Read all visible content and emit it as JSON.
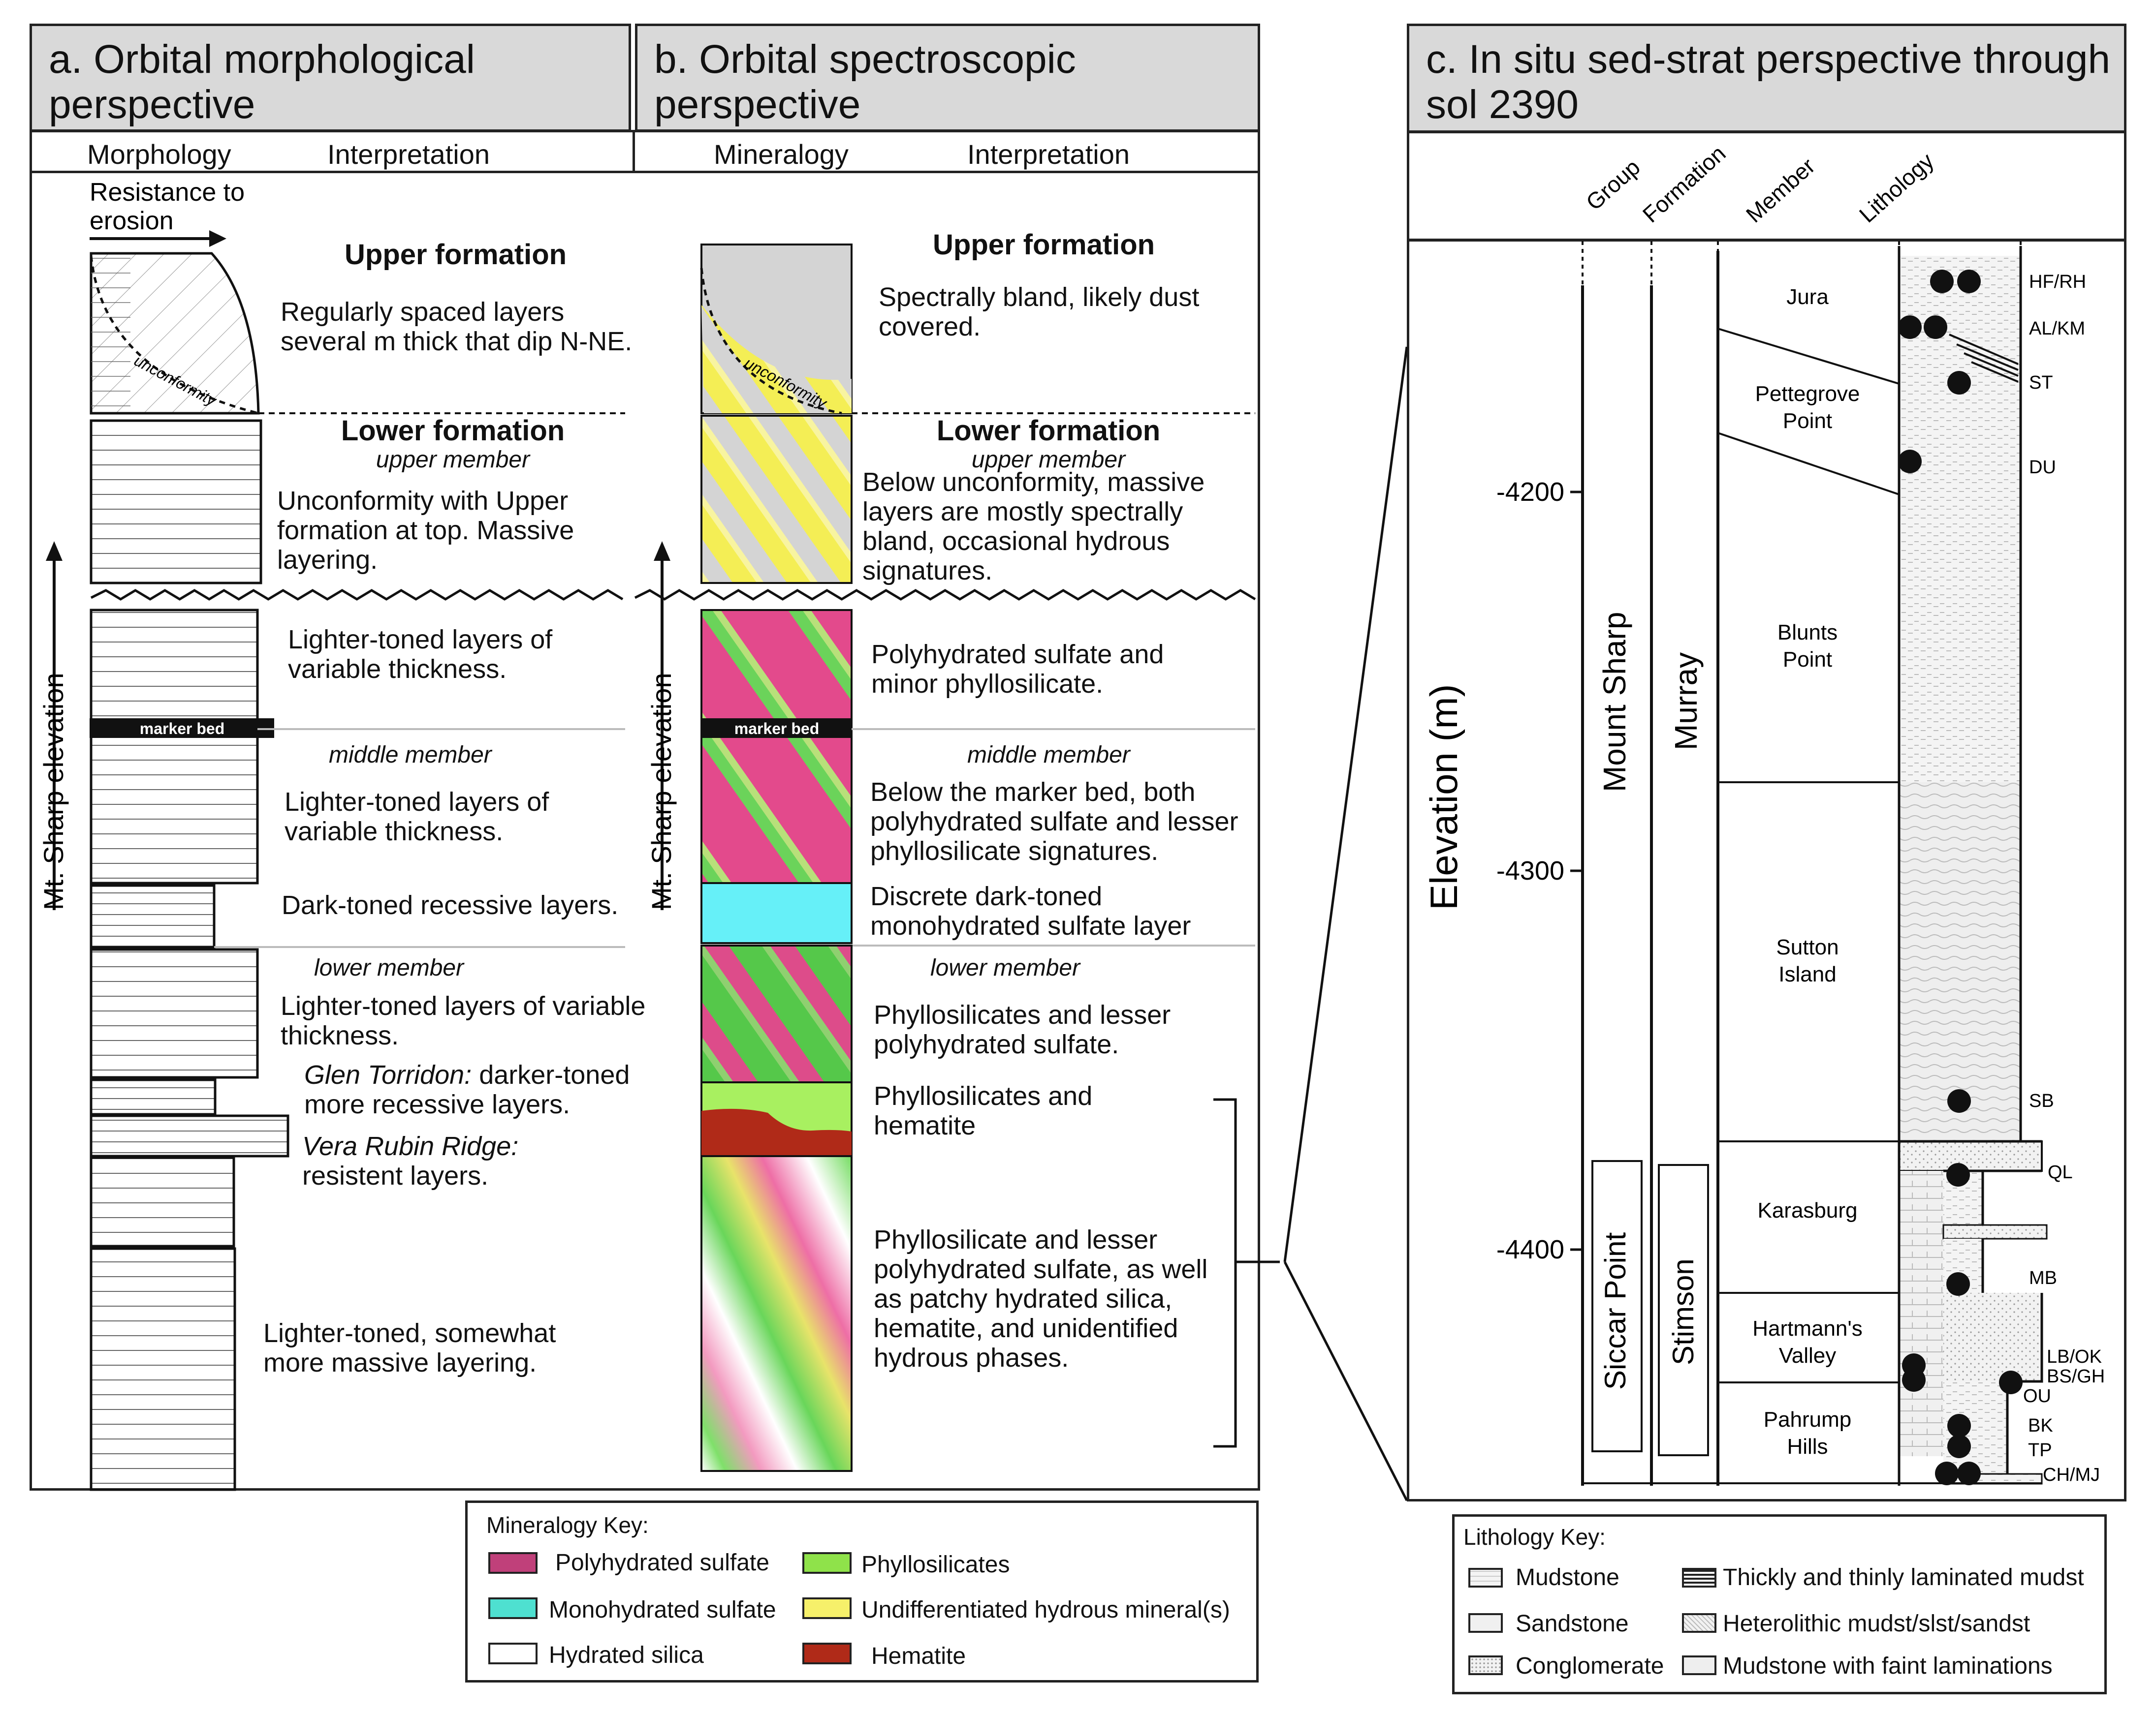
{
  "panel_a": {
    "title": "a. Orbital morphological perspective",
    "col1": "Morphology",
    "col2": "Interpretation",
    "resistance": "Resistance to erosion",
    "axis": "Mt. Sharp elevation",
    "unconformity": "unconformity",
    "marker": "marker bed",
    "upper_title": "Upper formation",
    "upper_text": "Regularly spaced layers several m thick that dip N-NE.",
    "lower_title": "Lower formation",
    "upper_member": "upper member",
    "um_text": "Unconformity with Upper formation at top. Massive layering.",
    "lt1": "Lighter-toned layers of variable thickness.",
    "middle_member": "middle member",
    "lt2": "Lighter-toned layers of variable thickness.",
    "dark": "Dark-toned recessive layers.",
    "lower_member": "lower member",
    "lt3": "Lighter-toned layers of variable thickness.",
    "gt_name": "Glen Torridon:",
    "gt_text": "darker-toned more recessive layers.",
    "vrr_name": "Vera Rubin Ridge:",
    "vrr_text": "resistent layers.",
    "massive": "Lighter-toned, somewhat more massive layering."
  },
  "panel_b": {
    "title": "b. Orbital spectroscopic perspective",
    "col1": "Mineralogy",
    "col2": "Interpretation",
    "axis": "Mt. Sharp elevation",
    "unconformity": "unconformity",
    "marker": "marker bed",
    "upper_title": "Upper formation",
    "upper_text": "Spectrally bland, likely dust covered.",
    "lower_title": "Lower formation",
    "upper_member": "upper member",
    "um_text": "Below unconformity, massive layers are mostly spectrally bland, occasional hydrous signatures.",
    "poly": "Polyhydrated sulfate and minor phyllosilicate.",
    "middle_member": "middle member",
    "mm_text": "Below the marker bed, both polyhydrated sulfate and lesser phyllosilicate signatures.",
    "mono": "Discrete dark-toned monohydrated sulfate layer",
    "lower_member": "lower member",
    "phyl1": "Phyllosilicates and lesser polyhydrated sulfate.",
    "phyl2": "Phyllosilicates and hematite",
    "phyl3": "Phyllosilicate and lesser polyhydrated sulfate, as well as patchy hydrated silica, hematite, and unidentified hydrous phases."
  },
  "mineral_key": {
    "title": "Mineralogy Key:",
    "items": [
      {
        "label": "Polyhydrated sulfate",
        "color": "#c0407a"
      },
      {
        "label": "Phyllosilicates",
        "color": "#8fe24a"
      },
      {
        "label": "Monohydrated sulfate",
        "color": "#4ee0d0"
      },
      {
        "label": "Undifferentiated hydrous mineral(s)",
        "color": "#f6f06a"
      },
      {
        "label": "Hydrated silica",
        "color": "#ffffff"
      },
      {
        "label": "Hematite",
        "color": "#b02a18"
      }
    ]
  },
  "panel_c": {
    "title": "c. In situ sed-strat perspective through sol 2390",
    "columns": [
      "Group",
      "Formation",
      "Member",
      "Lithology"
    ],
    "ylabel": "Elevation (m)",
    "ticks": [
      "-4200",
      "-4300",
      "-4400"
    ],
    "group": [
      "Mount Sharp",
      "Siccar Point"
    ],
    "formation": [
      "Murray",
      "Stimson"
    ],
    "members": [
      "Jura",
      "Pettegrove Point",
      "Blunts Point",
      "Sutton Island",
      "Karasburg",
      "Hartmann's Valley",
      "Pahrump Hills"
    ],
    "sites": [
      "HF/RH",
      "AL/KM",
      "ST",
      "DU",
      "SB",
      "QL",
      "MB",
      "LB/OK",
      "BS/GH",
      "OU",
      "BK",
      "TP",
      "CH/MJ"
    ]
  },
  "lith_key": {
    "title": "Lithology Key:",
    "items": [
      "Mudstone",
      "Thickly and thinly laminated mudst",
      "Sandstone",
      "Heterolithic mudst/slst/sandst",
      "Conglomerate",
      "Mudstone with faint laminations"
    ]
  }
}
